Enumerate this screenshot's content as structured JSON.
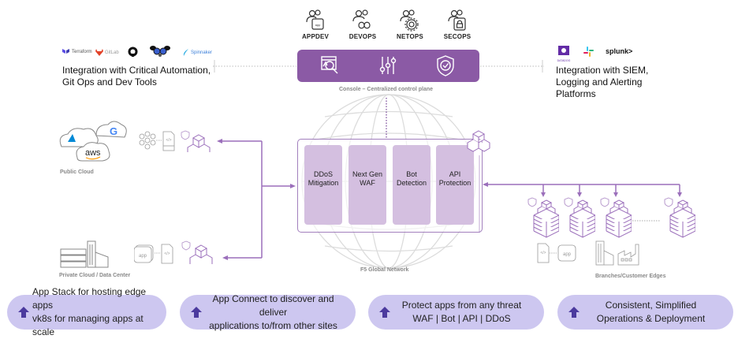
{
  "personas": [
    {
      "label": "APPDEV",
      "icon": "appdev-user-icon"
    },
    {
      "label": "DEVOPS",
      "icon": "devops-user-icon"
    },
    {
      "label": "NETOPS",
      "icon": "netops-user-icon"
    },
    {
      "label": "SECOPS",
      "icon": "secops-user-icon"
    }
  ],
  "console": {
    "caption": "Console – Centralized control plane",
    "icons": [
      "observability-icon",
      "settings-sliders-icon",
      "security-shield-icon"
    ]
  },
  "left_integration": {
    "logos": [
      "Terraform",
      "GitLab",
      "GitHub",
      "Ansible",
      "Spinnaker"
    ],
    "text_line1": "Integration with Critical Automation,",
    "text_line2": "Git Ops and Dev Tools"
  },
  "right_integration": {
    "logos": [
      "DATADOG",
      "Slack",
      "splunk>"
    ],
    "text_line1": "Integration with SIEM,",
    "text_line2": "Logging and Alerting",
    "text_line3": "Platforms"
  },
  "services": [
    {
      "line1": "DDoS",
      "line2": "Mitigation"
    },
    {
      "line1": "Next Gen",
      "line2": "WAF"
    },
    {
      "line1": "Bot",
      "line2": "Detection"
    },
    {
      "line1": "API",
      "line2": "Protection"
    }
  ],
  "network_caption": "F5 Global Network",
  "locations": {
    "public_cloud": "Public Cloud",
    "public_cloud_providers": [
      "Azure",
      "Google",
      "aws"
    ],
    "private_cloud": "Private Cloud / Data Center",
    "branches": "Branches/Customer Edges",
    "app_label": "app",
    "api_label": "API"
  },
  "pills": [
    {
      "line1": "App Stack for hosting edge apps",
      "line2": "vk8s for managing apps at scale"
    },
    {
      "line1": "App Connect to discover and deliver",
      "line2": "applications to/from other sites"
    },
    {
      "line1": "Protect apps from any threat",
      "line2": "WAF | Bot | API | DDoS"
    },
    {
      "line1": "Consistent, Simplified",
      "line2": "Operations & Deployment"
    }
  ],
  "colors": {
    "brand_purple": "#8b5aa5",
    "line_purple": "#9b6fbb",
    "service_fill": "#d4bfe0",
    "pill_fill": "#cdc7f0",
    "pill_arrow": "#4b3a9e"
  }
}
